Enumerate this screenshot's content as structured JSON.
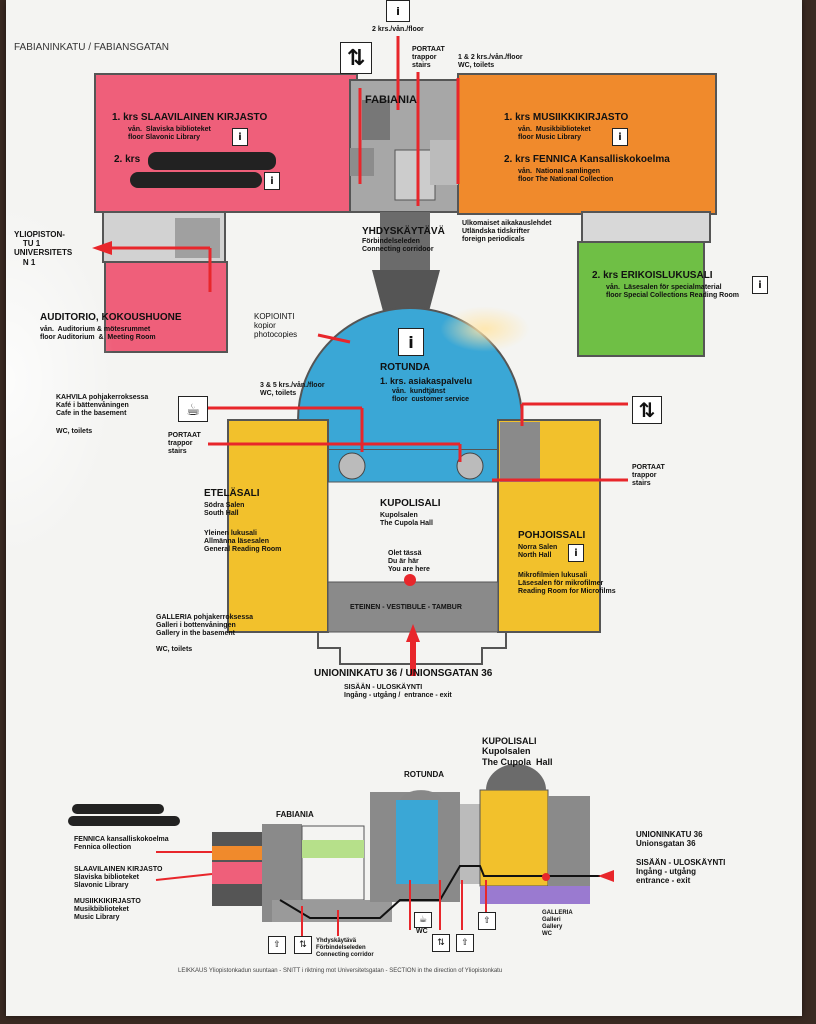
{
  "colors": {
    "slavic": "#ef5f7a",
    "music": "#f08a2c",
    "special": "#6fbf45",
    "rotunda": "#3aa7d6",
    "hall": "#f2c12c",
    "grey": "#8a8a8a",
    "dark": "#555555",
    "arrow": "#e8262b",
    "greenlight": "#b6e08a",
    "purple": "#9a7ad0"
  },
  "header": {
    "street_top": "FABIANINKATU / FABIANSGATAN",
    "floor_note": "2 krs./vån./floor",
    "stairs_top": "PORTAAT\ntrappor\nstairs",
    "floor_note2": "1 & 2 krs./vån./floor\nWC, toilets"
  },
  "rooms": {
    "fabiania": "FABIANIA",
    "slavic_title": "1. krs SLAAVILAINEN KIRJASTO",
    "slavic_sub": "vån.  Slaviska biblioteket\nfloor Slavonic Library",
    "slavic_floor2": "2. krs",
    "music_title": "1. krs MUSIIKKIKIRJASTO",
    "music_sub": "vån.  Musikbiblioteket\nfloor Music Library",
    "fennica_title": "2. krs FENNICA Kansalliskokoelma",
    "fennica_sub": "vån.  National samlingen\nfloor The National Collection",
    "yliopiston": "YLIOPISTON-\n    TU 1\nUNIVERSITETS\n    N 1",
    "auditorio": "AUDITORIO, KOKOUSHUONE",
    "auditorio_sub": "vån.  Auditorium & mötesrummet\nfloor Auditorium  &  Meeting Room",
    "connecting_title": "YHDYSKÄYTÄVÄ",
    "connecting_sub": "Förbindelseleden\nConnecting corridoor",
    "foreign": "Ulkomaiset aikakauslehdet\nUtländska tidskrifter\nforeign periodicals",
    "special_title": "2. krs ERIKOISLUKUSALI",
    "special_sub": "vån.  Läsesalen för specialmaterial\nfloor Special Collections Reading Room",
    "copy": "KOPIOINTI\nkopior\nphotocopies",
    "rotunda_title": "ROTUNDA",
    "rotunda_sub": "1. krs. asiakaspalvelu",
    "rotunda_sub2": "vån.  kundtjänst\nfloor  customer service",
    "cafe": "KAHVILA pohjakerroksessa\nKafé i bättenvåningen\nCafe in the basement",
    "wc_left": "WC, toilets",
    "floor35": "3 & 5 krs./vån./floor\nWC, toilets",
    "stairs_left": "PORTAAT\ntrappor\nstairs",
    "stairs_right": "PORTAAT\ntrappor\nstairs",
    "south_title": "ETELÄSALI",
    "south_sub": "Södra Salen\nSouth Hall",
    "south_reading": "Yleinen lukusali\nAllmänna läsesalen\nGeneral Reading Room",
    "cupola_title": "KUPOLISALI",
    "cupola_sub": "Kupolsalen\nThe Cupola Hall",
    "here": "Olet tässä\nDu är här\nYou are here",
    "north_title": "POHJOISSALI",
    "north_sub": "Norra Salen\nNorth Hall",
    "micro": "Mikrofilmien lukusali\nLäsesalen för mikrofilmer\nReading Room for Microfilms",
    "vestibule": "ETEINEN - VESTIBULE - TAMBUR",
    "galleria": "GALLERIA pohjakerroksessa\nGalleri i bottenvåningen\nGallery in the basement",
    "wc_gallery": "WC, toilets",
    "street_bottom": "UNIONINKATU 36 / UNIONSGATAN 36",
    "entrance": "SISÄÄN - ULOSKÄYNTI\nIngång - utgång /  entrance - exit"
  },
  "section": {
    "rotunda": "ROTUNDA",
    "cupola": "KUPOLISALI\nKupolsalen\nThe Cupola  Hall",
    "fabiania": "FABIANIA",
    "fennica": "FENNICA kansalliskokoelma\nFennica ollection",
    "slavic": "SLAAVILAINEN KIRJASTO\nSlaviska biblioteket\nSlavonic Library",
    "music": "MUSIIKKIKIRJASTO\nMusikbiblioteket\nMusic Library",
    "street": "UNIONINKATU 36\nUnionsgatan 36",
    "exit": "SISÄÄN - ULOSKÄYNTI\nIngång - utgång\nentrance - exit",
    "galleria": "GALLERIA\nGalleri\nGallery\nWC",
    "corridor": "Yhdyskäytävä\nFörbindelseleden\nConnecting corridor",
    "wc": "WC",
    "caption": "LEIKKAUS Yliopistonkadun suuntaan - SNITT i riktning mot Universitetsgatan - SECTION in the direction of Yliopistonkatu"
  },
  "icons": {
    "info": "i",
    "lift": "⇅",
    "cup": "☕",
    "stairs": "⇧"
  }
}
